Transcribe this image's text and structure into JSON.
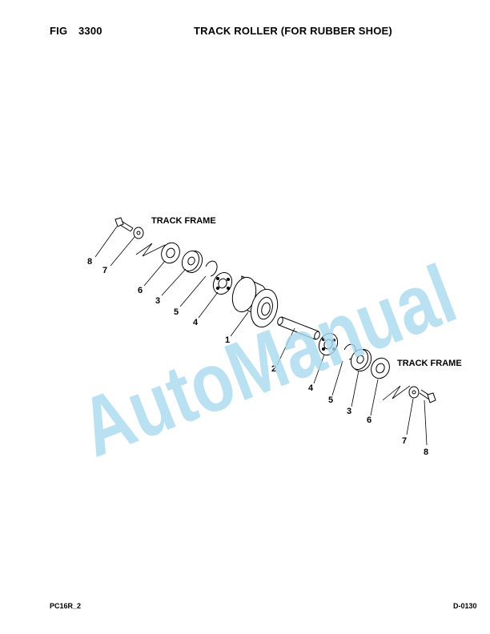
{
  "header": {
    "fig_label": "FIG",
    "fig_number": "3300",
    "title": "TRACK ROLLER (FOR RUBBER SHOE)"
  },
  "diagram": {
    "frame_label_left": "TRACK FRAME",
    "frame_label_right": "TRACK FRAME",
    "callouts": {
      "roller": "1",
      "shaft": "2",
      "seal_left": "3",
      "bearing_left": "4",
      "snap_ring_left": "5",
      "collar_left": "6",
      "washer_left": "7",
      "bolt_left": "8",
      "bearing_right": "4",
      "snap_ring_right": "5",
      "seal_right": "3",
      "collar_right": "6",
      "washer_right": "7",
      "bolt_right": "8"
    },
    "watermark": "AutoManual"
  },
  "footer": {
    "model_code": "PC16R_2",
    "doc_code": "D-0130"
  }
}
